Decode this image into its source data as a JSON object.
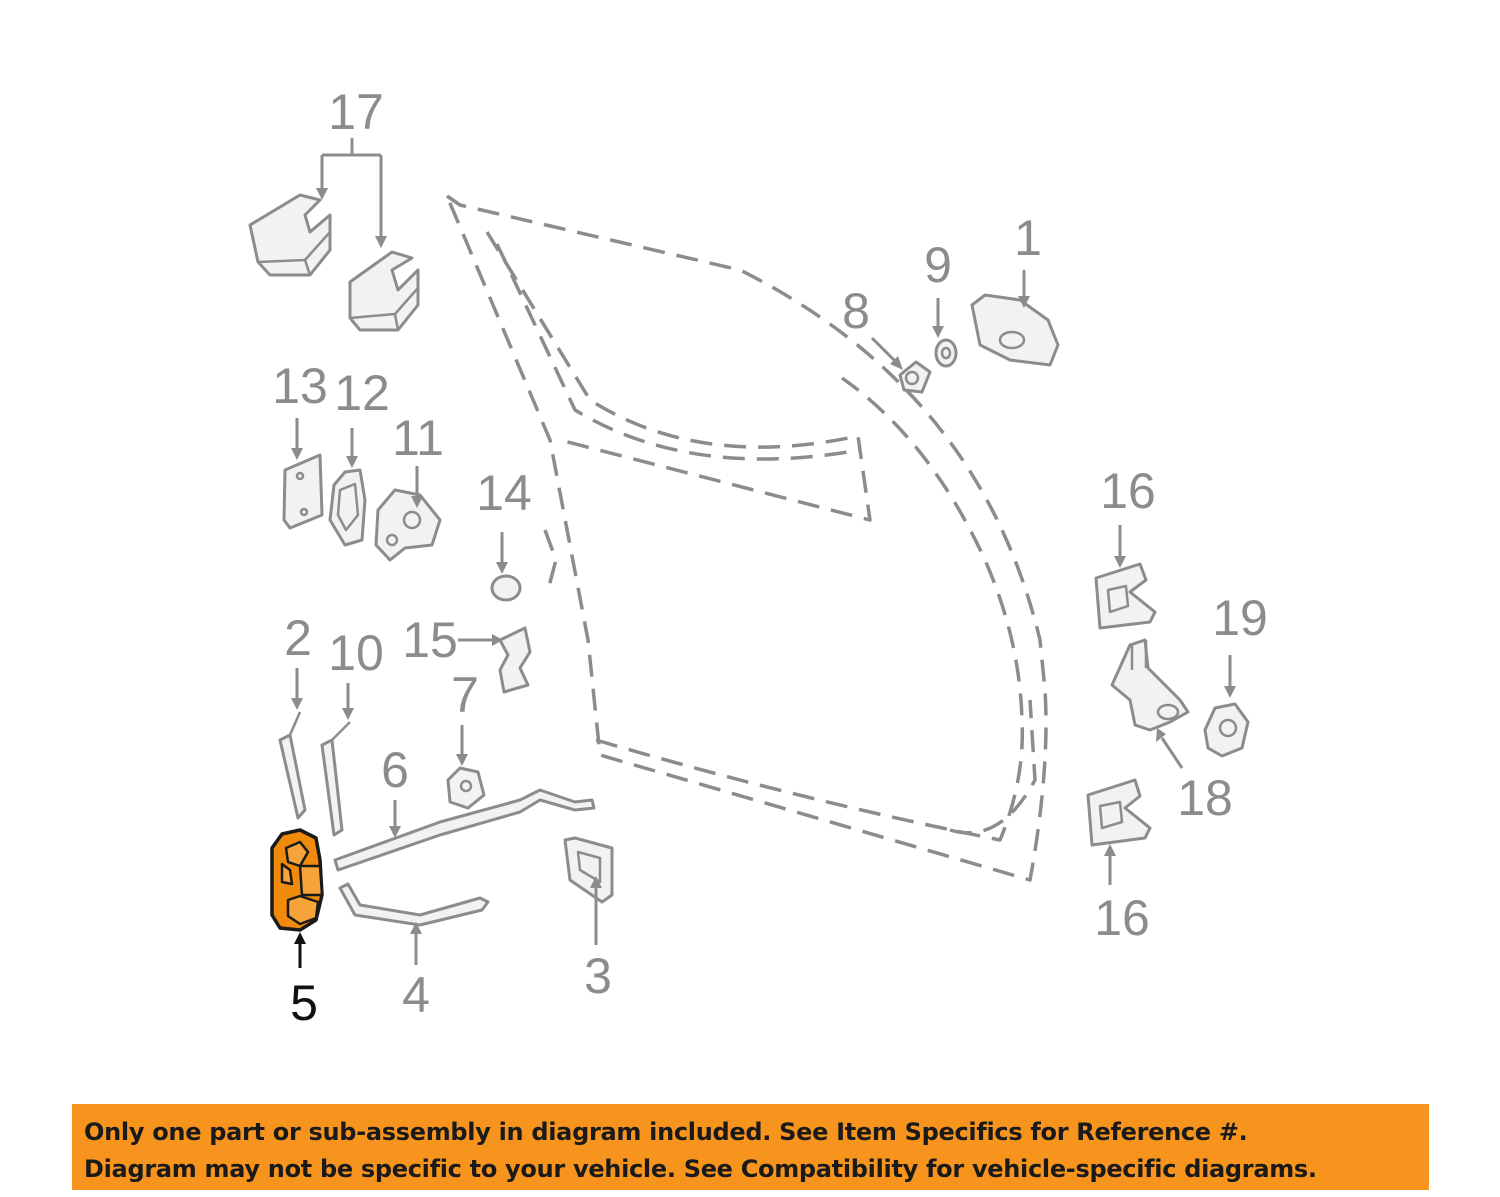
{
  "callouts": {
    "c1": "1",
    "c2": "2",
    "c3": "3",
    "c4": "4",
    "c5": "5",
    "c6": "6",
    "c7": "7",
    "c8": "8",
    "c9": "9",
    "c10": "10",
    "c11": "11",
    "c12": "12",
    "c13": "13",
    "c14": "14",
    "c15": "15",
    "c16a": "16",
    "c16b": "16",
    "c17": "17",
    "c18": "18",
    "c19": "19"
  },
  "highlighted_part": "5",
  "colors": {
    "highlight": "#f08a0a",
    "banner": "#f7941d",
    "line": "#8c8c8c"
  },
  "disclaimer": {
    "line1": "Only one part or sub-assembly in diagram included. See Item Specifics for Reference #.",
    "line2": "Diagram may not be specific to your vehicle. See Compatibility for vehicle-specific diagrams."
  }
}
